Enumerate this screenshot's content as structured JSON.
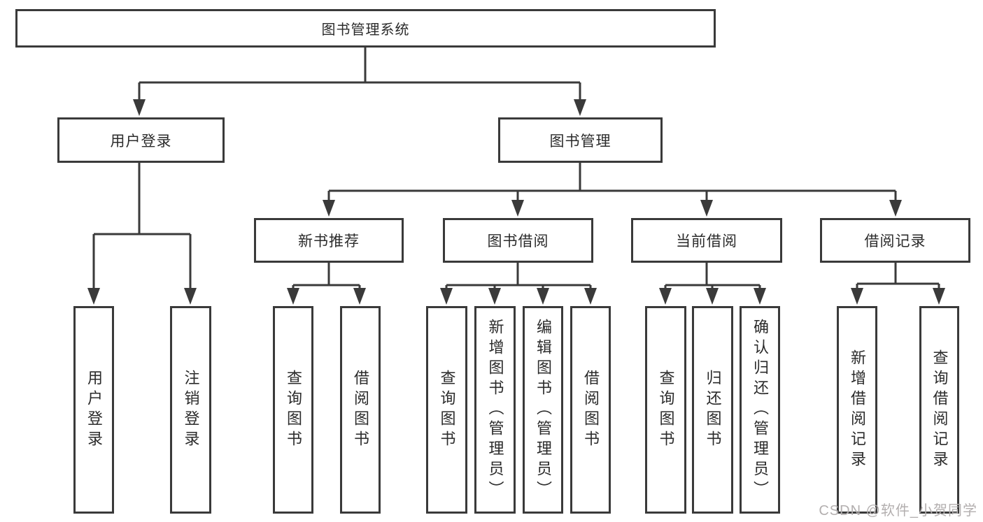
{
  "tree": {
    "root": {
      "label": "图书管理系统"
    },
    "branches": [
      {
        "label": "用户登录",
        "children": [
          {
            "label": "用户登录"
          },
          {
            "label": "注销登录"
          }
        ]
      },
      {
        "label": "图书管理",
        "groups": [
          {
            "label": "新书推荐",
            "children": [
              {
                "label": "查询图书"
              },
              {
                "label": "借阅图书"
              }
            ]
          },
          {
            "label": "图书借阅",
            "children": [
              {
                "label": "查询图书"
              },
              {
                "label": "新增图书（管理员）"
              },
              {
                "label": "编辑图书（管理员）"
              },
              {
                "label": "借阅图书"
              }
            ]
          },
          {
            "label": "当前借阅",
            "children": [
              {
                "label": "查询图书"
              },
              {
                "label": "归还图书"
              },
              {
                "label": "确认归还（管理员）"
              }
            ]
          },
          {
            "label": "借阅记录",
            "children": [
              {
                "label": "新增借阅记录"
              },
              {
                "label": "查询借阅记录"
              }
            ]
          }
        ]
      }
    ]
  },
  "watermark": "CSDN @软件_小贺同学",
  "colors": {
    "line": "#3a3a3a",
    "text": "#2b2b2b",
    "background": "#ffffff",
    "watermark": "#b3afaf"
  }
}
